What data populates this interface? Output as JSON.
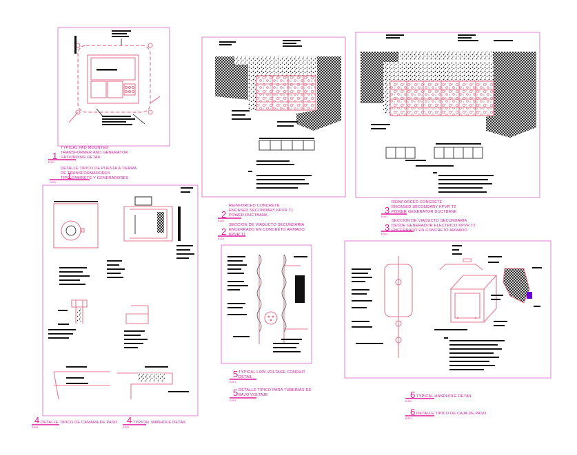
{
  "colors": {
    "frame": "#e67fd6",
    "caption": "#e0179e",
    "line": "#e8788f",
    "ink": "#111111",
    "background": "#ffffff"
  },
  "details": [
    {
      "number": "1",
      "ref": "E-001",
      "captions": [
        "TYPICAL PAD MOUNTED",
        "TRANSFORMER AND GENERATOR",
        "GROUNDING DETAIL"
      ]
    },
    {
      "number": "1",
      "ref": "E-001",
      "captions": [
        "DETALLE TIPICO DE PUESTA A TIERRA",
        "DE TRANSFORMADORES",
        "TIPO GABINETE Y GENERADORES"
      ]
    },
    {
      "number": "2",
      "ref": "E-001",
      "captions": [
        "REINFORCED CONCRETE",
        "ENCASED SECONDARY KPVR T1",
        "POWER DUCTBANK"
      ]
    },
    {
      "number": "2",
      "ref": "E-001",
      "captions": [
        "SECCION DE VIADUCTO SECUNDARIA",
        "ENCERRADO EN CONCRETO ARMADO",
        "KPVR T1"
      ]
    },
    {
      "number": "3",
      "ref": "E-001",
      "captions": [
        "REINFORCED CONCRETE",
        "ENCASED SECONDARY KPVR T2",
        "POWER GENERATOR DUCTBANK"
      ]
    },
    {
      "number": "3",
      "ref": "E-001",
      "captions": [
        "SECCION DE VIADUCTO SECUNDARIA",
        "DESDE GENERADOR ELECTRICO KPVR T2",
        "ENCERRADO EN CONCRETO ARMADO"
      ]
    },
    {
      "number": "4",
      "ref": "E-001",
      "captions": [
        "DETALLE TIPICO DE CAMARA DE PASO"
      ]
    },
    {
      "number": "4",
      "ref": "E-001",
      "captions": [
        "TYPICAL MANHOLE DETAIL"
      ]
    },
    {
      "number": "5",
      "ref": "E-001",
      "captions": [
        "TYPICAL LOW VOLTAGE CONDUIT",
        "DETAIL"
      ]
    },
    {
      "number": "5",
      "ref": "E-001",
      "captions": [
        "DETALLE TIPICO PARA TUBERIAS DE",
        "BAJO VOLTAJE"
      ]
    },
    {
      "number": "6",
      "ref": "E-001",
      "captions": [
        "TYPICAL HANDHOLE DETAIL"
      ]
    },
    {
      "number": "6",
      "ref": "E-001",
      "captions": [
        "DETALLE TIPICO DE CAJA DE PASO"
      ]
    }
  ]
}
